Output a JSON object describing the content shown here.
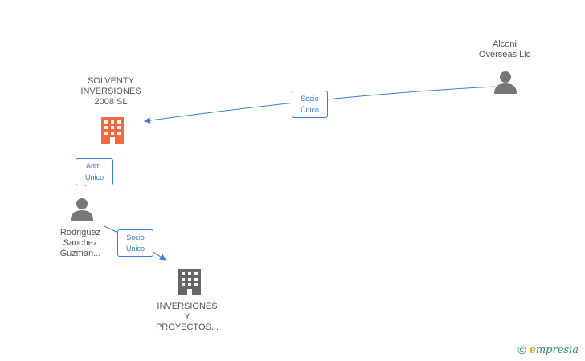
{
  "colors": {
    "edge": "#3a7fcf",
    "company_active": "#f26a3d",
    "company_inactive": "#666666",
    "person": "#777777"
  },
  "nodes": {
    "solventy": {
      "label": "SOLVENTY\nINVERSIONES\n2008 SL",
      "icon": "building-icon"
    },
    "alconi": {
      "label": "Alconi\nOverseas Llc",
      "icon": "person-icon"
    },
    "rodriguez": {
      "label": "Rodriguez\nSanchez\nGuzman...",
      "icon": "person-icon"
    },
    "inversiones": {
      "label": "INVERSIONES\nY\nPROYECTOS...",
      "icon": "building-icon"
    }
  },
  "edges": {
    "alconi_solventy": {
      "label": "Socio\nÚnico"
    },
    "rodriguez_solventy": {
      "label": "Adm.\nUnico"
    },
    "rodriguez_inversiones": {
      "label": "Socio\nÚnico"
    }
  },
  "footer": {
    "copyright": "©",
    "brand_e": "e",
    "brand_rest": "mpresia"
  }
}
